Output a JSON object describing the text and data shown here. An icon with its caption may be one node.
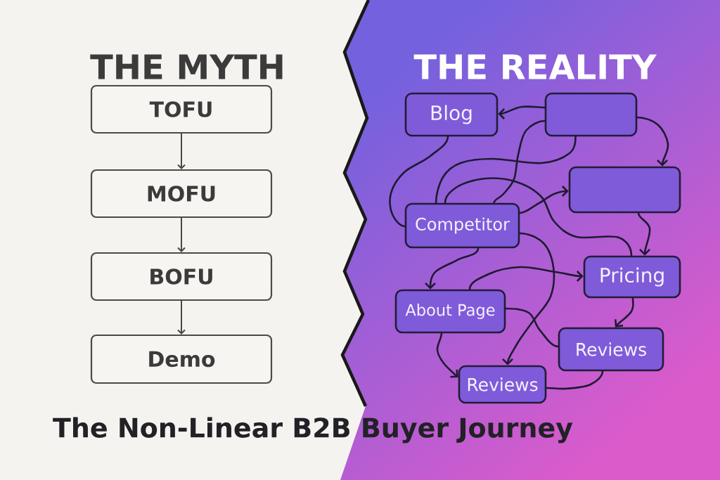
{
  "diagram": {
    "title": "The Non-Linear B2B Buyer Journey",
    "nodes": [
      {
        "text": [
          "TOFU"
        ]
      },
      {
        "text": [
          "MOFU"
        ]
      },
      {
        "text": [
          "BOFU"
        ]
      },
      {
        "text": [
          "Demo"
        ]
      },
      {
        "text": [
          "Blog"
        ]
      },
      {
        "text": [],
        "shape": "box"
      },
      {
        "text": [],
        "shape": "box"
      },
      {
        "text": [
          "Competitor"
        ]
      },
      {
        "text": [
          "Pricing"
        ]
      },
      {
        "text": [
          "About Page"
        ]
      },
      {
        "text": [
          "Reviews"
        ]
      },
      {
        "text": [
          "Reviews"
        ]
      }
    ],
    "edges": [
      {
        "from": 0,
        "to": 1,
        "arrow": "to",
        "color": "#474747"
      },
      {
        "from": 1,
        "to": 2,
        "arrow": "to",
        "color": "#474747"
      },
      {
        "from": 2,
        "to": 3,
        "arrow": "to",
        "color": "#474747"
      },
      {
        "from": 5,
        "to": 4,
        "arrow": "to"
      },
      {
        "from": 5,
        "to": 6,
        "arrow": "to"
      },
      {
        "from": 4,
        "to": 7,
        "arrow": "none"
      },
      {
        "from": 5,
        "to": 7,
        "arrow": "none"
      },
      {
        "from": 5,
        "to": 7,
        "arrow": "none"
      },
      {
        "from": 7,
        "to": 8,
        "arrow": "none"
      },
      {
        "from": 7,
        "to": 6,
        "arrow": "to"
      },
      {
        "from": 6,
        "to": 8,
        "arrow": "to"
      },
      {
        "from": 7,
        "to": 11,
        "arrow": "to"
      },
      {
        "from": 7,
        "to": 9,
        "arrow": "to"
      },
      {
        "from": 9,
        "to": 8,
        "arrow": "to"
      },
      {
        "from": 9,
        "to": 10,
        "arrow": "none"
      },
      {
        "from": 9,
        "to": 11,
        "arrow": "to"
      },
      {
        "from": 8,
        "to": 10,
        "arrow": "to"
      },
      {
        "from": 10,
        "to": 11,
        "arrow": "none"
      }
    ],
    "labels": [
      "THE MYTH",
      "THE REALITY"
    ]
  }
}
